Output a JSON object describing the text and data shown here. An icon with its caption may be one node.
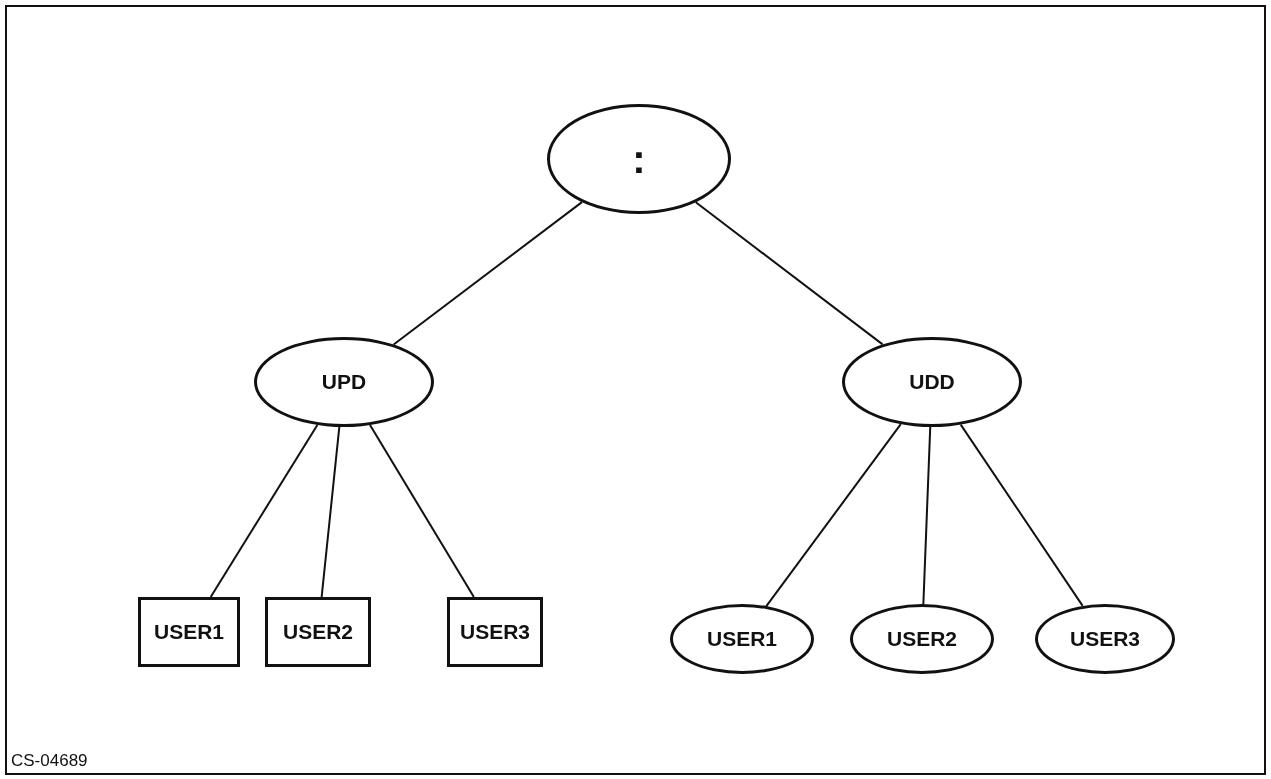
{
  "diagram": {
    "nodes": [
      {
        "text": [
          ":"
        ]
      },
      {
        "text": [
          "UPD"
        ]
      },
      {
        "text": [
          "UDD"
        ]
      },
      {
        "text": [
          "USER1"
        ]
      },
      {
        "text": [
          "USER2"
        ]
      },
      {
        "text": [
          "USER3"
        ]
      },
      {
        "text": [
          "USER1"
        ]
      },
      {
        "text": [
          "USER2"
        ]
      },
      {
        "text": [
          "USER3"
        ]
      }
    ],
    "edges": [
      {
        "from": 0,
        "to": 1,
        "arrow": "none"
      },
      {
        "from": 0,
        "to": 2,
        "arrow": "none"
      },
      {
        "from": 1,
        "to": 3,
        "arrow": "none"
      },
      {
        "from": 1,
        "to": 4,
        "arrow": "none"
      },
      {
        "from": 1,
        "to": 5,
        "arrow": "none"
      },
      {
        "from": 2,
        "to": 6,
        "arrow": "none"
      },
      {
        "from": 2,
        "to": 7,
        "arrow": "none"
      },
      {
        "from": 2,
        "to": 8,
        "arrow": "none"
      }
    ],
    "labels": [
      "CS-04689"
    ]
  }
}
